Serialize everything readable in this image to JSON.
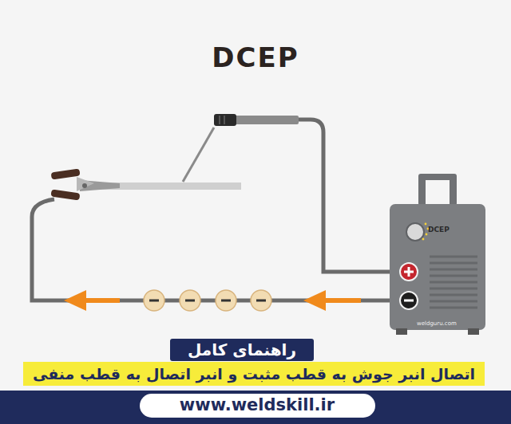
{
  "diagram": {
    "title": "DCEP",
    "nodes": [
      {
        "text": [
          "DCEP",
          "weldguru.com"
        ]
      },
      {
        "text": [
          "راهنمای کامل"
        ]
      },
      {
        "text": [
          "اتصال انبر جوش به قطب مثبت و انبر اتصال به قطب منفی"
        ]
      },
      {
        "text": [
          "www.weldskill.ir"
        ]
      }
    ]
  }
}
